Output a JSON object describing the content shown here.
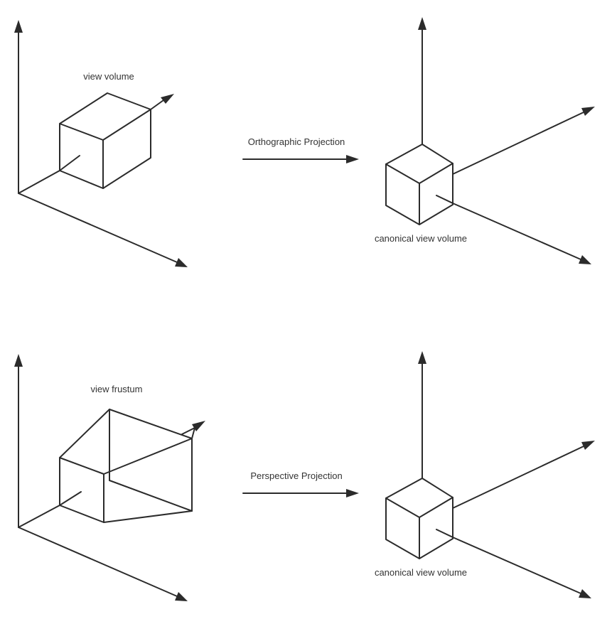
{
  "labels": {
    "view_volume": "view volume",
    "orthographic_projection": "Orthographic Projection",
    "canonical_view_volume_top": "canonical view volume",
    "view_frustum": "view frustum",
    "perspective_projection": "Perspective Projection",
    "canonical_view_volume_bottom": "canonical view volume"
  },
  "colors": {
    "stroke": "#2b2b2b",
    "text": "#333333",
    "background": "#ffffff"
  }
}
